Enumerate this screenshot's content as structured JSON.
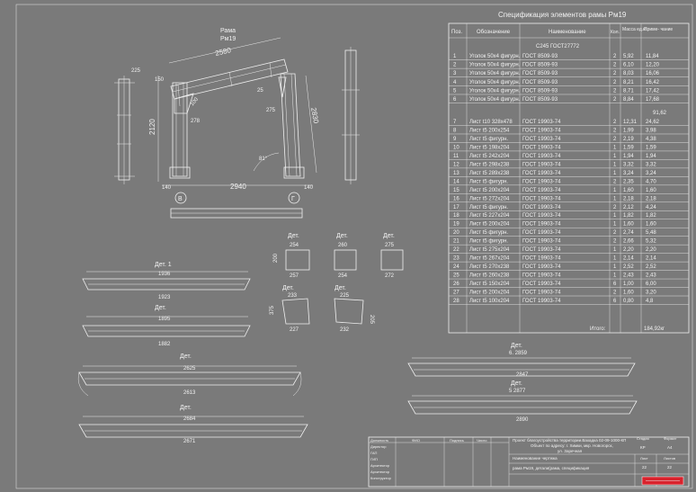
{
  "frame": {
    "title_line1": "Рама",
    "title_line2": "Рм19",
    "dims": {
      "top_span": "2580",
      "left_short": "225",
      "height_total": "2120",
      "left_150": "150",
      "slope_100": "100",
      "dim_278": "278",
      "slope_right": "2830",
      "dim_275": "275",
      "bottom_span": "2940",
      "left_140": "140",
      "right_140": "140",
      "angle_81": "81°",
      "angle_25": "25",
      "axis_b": "В",
      "axis_g": "Г"
    }
  },
  "details": {
    "det1_title": "Дет. 1",
    "det1_top": "1936",
    "det1_bottom": "1923",
    "det2_title": "Дет.",
    "det2_top": "1895",
    "det2_bottom": "1882",
    "det3_title": "Дет.",
    "det3_top": "2625",
    "det3_bottom": "2613",
    "det4_title": "Дет.",
    "det4_top": "2684",
    "det4_bottom": "2671",
    "det5_title": "Дет.",
    "det5_top": "6. 2859",
    "det5_bottom": "2847",
    "det6_title": "Дет.",
    "det6_top": "5 2877",
    "det6_bottom": "2890",
    "small_titles": [
      "Дет.",
      "Дет.",
      "Дет.",
      "Дет.",
      "Дет."
    ],
    "small_dims": [
      "254",
      "257",
      "200",
      "260",
      "254",
      "275",
      "272",
      "233",
      "227",
      "225",
      "232",
      "375",
      "205"
    ]
  },
  "spec": {
    "title": "Спецификация элементов рамы Рм19",
    "headers": [
      "Поз.",
      "Обозначение",
      "Наименование",
      "Кол.",
      "Масса ед.кг.",
      "Приме- чание"
    ],
    "material": "С245 ГОСТ27772",
    "subtotal": "91,62",
    "total_label": "Итого:",
    "total_value": "184,92кг",
    "rows_angle": [
      [
        "1",
        "Уголок 50х4  фигурн.",
        "ГОСТ 8509-93",
        "2",
        "5,92",
        "11,84"
      ],
      [
        "2",
        "Уголок 50х4  фигурн.",
        "ГОСТ 8509-93",
        "2",
        "6,10",
        "12,20"
      ],
      [
        "3",
        "Уголок 50х4  фигурн.",
        "ГОСТ 8509-93",
        "2",
        "8,03",
        "16,06"
      ],
      [
        "4",
        "Уголок 50х4  фигурн.",
        "ГОСТ 8509-93",
        "2",
        "8,21",
        "16,42"
      ],
      [
        "5",
        "Уголок 50х4  фигурн.",
        "ГОСТ 8509-93",
        "2",
        "8,71",
        "17,42"
      ],
      [
        "6",
        "Уголок 50х4  фигурн.",
        "ГОСТ 8509-93",
        "2",
        "8,84",
        "17,68"
      ]
    ],
    "rows_sheet": [
      [
        "7",
        "Лист t10   328х478",
        "ГОСТ 19903-74",
        "2",
        "12,31",
        "24,62"
      ],
      [
        "8",
        "Лист t5  200х254",
        "ГОСТ 19903-74",
        "2",
        "1,99",
        "3,98"
      ],
      [
        "9",
        "Лист t5  фигурн.",
        "ГОСТ 19903-74",
        "2",
        "2,19",
        "4,38"
      ],
      [
        "10",
        "Лист t5  198х204",
        "ГОСТ 19903-74",
        "1",
        "1,59",
        "1,59"
      ],
      [
        "11",
        "Лист t5  242х204",
        "ГОСТ 19903-74",
        "1",
        "1,94",
        "1,94"
      ],
      [
        "12",
        "Лист t5  298х238",
        "ГОСТ 19903-74",
        "1",
        "3,32",
        "3,32"
      ],
      [
        "13",
        "Лист t5  289х238",
        "ГОСТ 19903-74",
        "1",
        "3,24",
        "3,24"
      ],
      [
        "14",
        "Лист t5  фигурн.",
        "ГОСТ 19903-74",
        "2",
        "2,35",
        "4,70"
      ],
      [
        "15",
        "Лист t5  200х204",
        "ГОСТ 19903-74",
        "1",
        "1,60",
        "1,60"
      ],
      [
        "16",
        "Лист t5  272х204",
        "ГОСТ 19903-74",
        "1",
        "2,18",
        "2,18"
      ],
      [
        "17",
        "Лист t5  фигурн.",
        "ГОСТ 19903-74",
        "2",
        "2,12",
        "4,24"
      ],
      [
        "18",
        "Лист t5  227х204",
        "ГОСТ 19903-74",
        "1",
        "1,82",
        "1,82"
      ],
      [
        "19",
        "Лист t5  200х204",
        "ГОСТ 19903-74",
        "1",
        "1,60",
        "1,60"
      ],
      [
        "20",
        "Лист t5  фигурн.",
        "ГОСТ 19903-74",
        "2",
        "2,74",
        "5,48"
      ],
      [
        "21",
        "Лист t5  фигурн.",
        "ГОСТ 19903-74",
        "2",
        "2,66",
        "5,32"
      ],
      [
        "22",
        "Лист t5  275х204",
        "ГОСТ 19903-74",
        "1",
        "2,20",
        "2,20"
      ],
      [
        "23",
        "Лист t5  267х204",
        "ГОСТ 19903-74",
        "1",
        "2,14",
        "2,14"
      ],
      [
        "24",
        "Лист t5  270х238",
        "ГОСТ 19903-74",
        "1",
        "2,52",
        "2,52"
      ],
      [
        "25",
        "Лист t5  260х238",
        "ГОСТ 19903-74",
        "1",
        "2,43",
        "2,43"
      ],
      [
        "26",
        "Лист t5  150х204",
        "ГОСТ 19903-74",
        "6",
        "1,00",
        "6,00"
      ],
      [
        "27",
        "Лист t5  200х204",
        "ГОСТ 19903-74",
        "2",
        "1,60",
        "3,20"
      ],
      [
        "28",
        "Лист t5  100х204",
        "ГОСТ 19903-74",
        "6",
        "0,80",
        "4,8"
      ]
    ]
  },
  "stamp": {
    "col_headers": [
      "Должность",
      "ФИО",
      "Подпись",
      "Число"
    ],
    "roles": [
      "Директор",
      "ГАП",
      "ГИП",
      "Архитектор",
      "Архитектор",
      "Конструктор"
    ],
    "project_line1": "Проект благоустройства территории.Вахадка 02-09-1000-КП",
    "project_line2": "Объект по адресу: г. Химки, мкр. Новогорск,",
    "project_line3": "ул. Заречная",
    "drawing_name_label": "Наименование чертежа",
    "drawing_name": "рама Рм19, детали(рама, спецификация",
    "stage_label": "Стадия",
    "sheet_label": "Лист",
    "sheets_label": "Листов",
    "format_label": "Формат",
    "stage_value": "КР",
    "format_value": "А4",
    "sheet_value": "22",
    "sheets_value": "22"
  },
  "colors": {
    "background": "#7a7a7a",
    "lines": "#f0f0f0",
    "logo": "#d9232d"
  }
}
